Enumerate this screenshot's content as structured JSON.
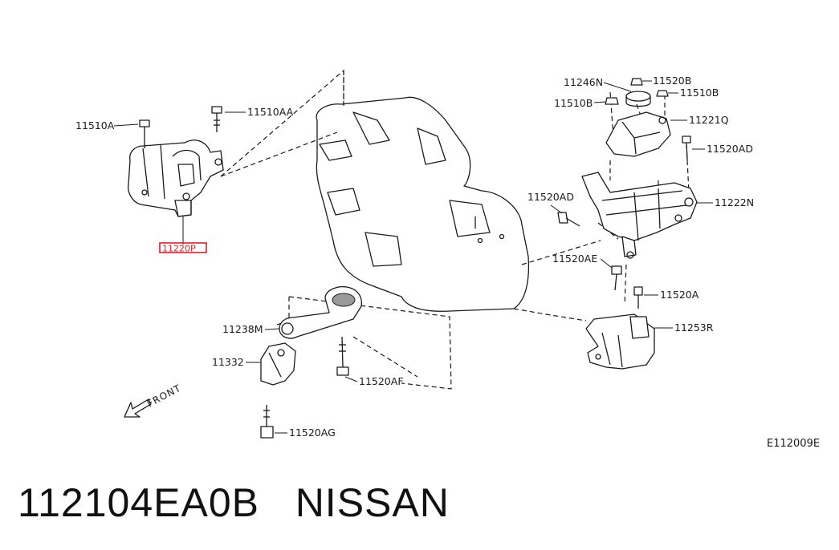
{
  "labels": {
    "p11510A": "11510A",
    "p11510AA": "11510AA",
    "p11220P": "11220P",
    "p11246N": "11246N",
    "p11520B": "11520B",
    "p11510B_left": "11510B",
    "p11510B_right": "11510B",
    "p11221Q": "11221Q",
    "p11520AD_right": "11520AD",
    "p11520AD_left": "11520AD",
    "p11222N": "11222N",
    "p11520AE": "11520AE",
    "p11520A": "11520A",
    "p11253R": "11253R",
    "p11238M": "11238M",
    "p11332": "11332",
    "p11520AF": "11520AF",
    "p11520AG": "11520AG",
    "front": "FRONT",
    "diagram_code": "E112009E"
  },
  "highlight_color": "#e0202a",
  "caption": {
    "part_number": "112104EA0B",
    "brand": "NISSAN"
  }
}
